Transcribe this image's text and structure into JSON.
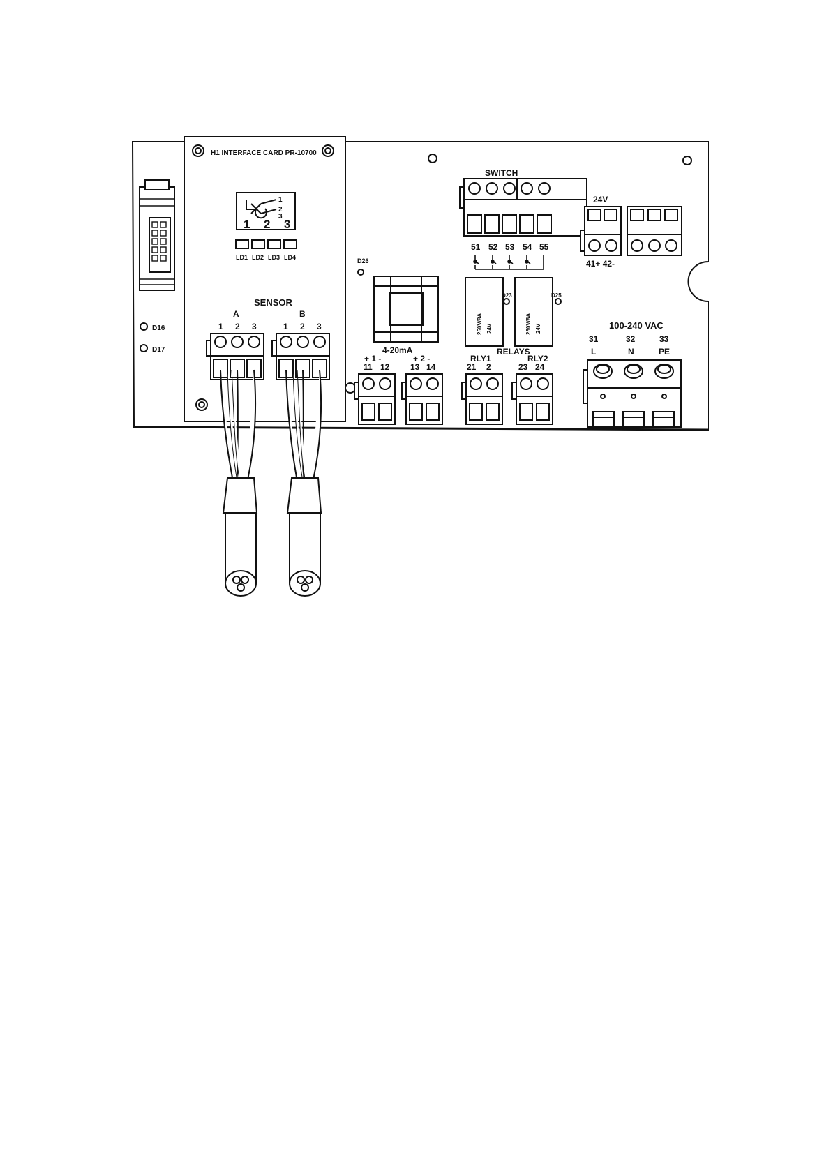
{
  "colors": {
    "line": "#111111",
    "background": "#ffffff"
  },
  "card": {
    "title": "H1 INTERFACE CARD PR-10700",
    "selector_numbers": [
      "1",
      "2",
      "3"
    ],
    "selector_side_numbers": [
      "1",
      "2",
      "3"
    ]
  },
  "leds": [
    "LD1",
    "LD2",
    "LD3",
    "LD4"
  ],
  "side_leds": [
    "D16",
    "D17"
  ],
  "sensor": {
    "title": "SENSOR",
    "group_a": "A",
    "group_b": "B",
    "pins_a": [
      "1",
      "2",
      "3"
    ],
    "pins_b": [
      "1",
      "2",
      "3"
    ]
  },
  "switch": {
    "title": "SWITCH",
    "terminals": [
      "51",
      "52",
      "53",
      "54",
      "55"
    ]
  },
  "power24": {
    "title": "24V",
    "terminals": "41+  42-"
  },
  "analog": {
    "title": "4-20mA",
    "pol1": "+ 1 -",
    "pol2": "+ 2 -",
    "t1": "11",
    "t2": "12",
    "t3": "13",
    "t4": "14"
  },
  "relays": {
    "title": "RELAYS",
    "rly1": "RLY1",
    "rly2": "RLY2",
    "t1": "21",
    "t2": "2",
    "t3": "23",
    "t4": "24",
    "rating": "250V/8A",
    "coil": "24V"
  },
  "mains": {
    "title": "100-240 VAC",
    "nums": [
      "31",
      "32",
      "33"
    ],
    "labels": [
      "L",
      "N",
      "PE"
    ]
  },
  "diodes": {
    "d26": "D26",
    "d23": "D23",
    "d25": "D25"
  }
}
